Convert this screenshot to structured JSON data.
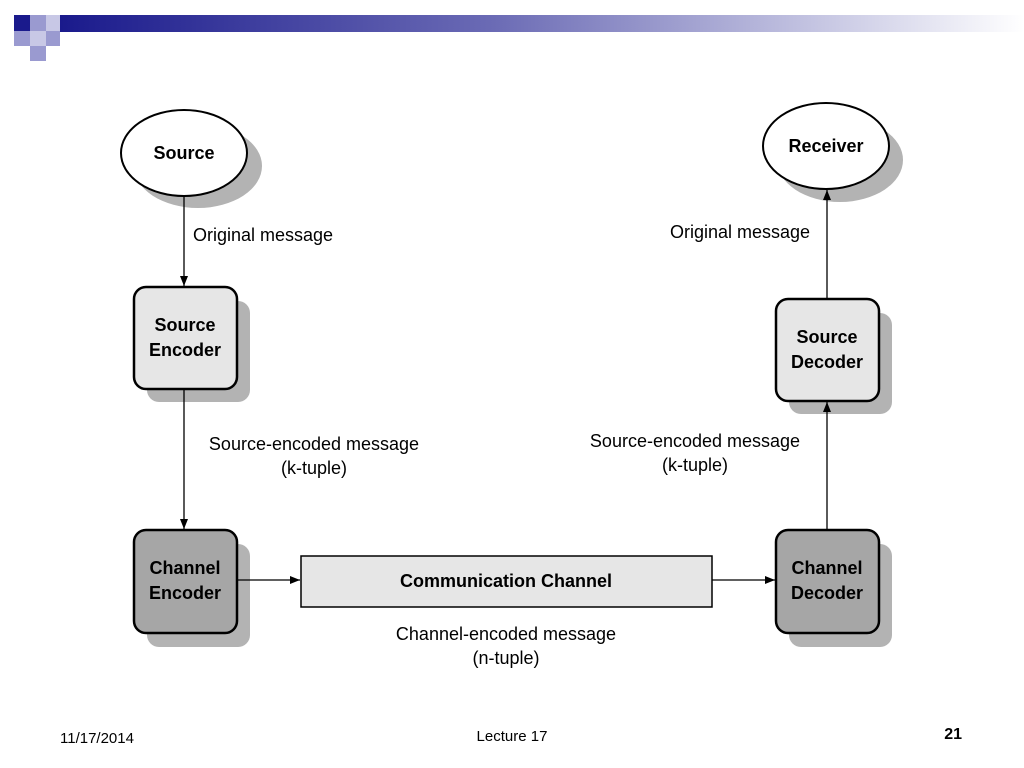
{
  "diagram": {
    "nodes": {
      "source": "Source",
      "receiver": "Receiver",
      "source_encoder": [
        "Source",
        "Encoder"
      ],
      "source_decoder": [
        "Source",
        "Decoder"
      ],
      "channel_encoder": [
        "Channel",
        "Encoder"
      ],
      "channel_decoder": [
        "Channel",
        "Decoder"
      ],
      "channel": "Communication Channel"
    },
    "edge_labels": {
      "left_original": "Original message",
      "right_original": "Original message",
      "left_source_encoded": [
        "Source-encoded message",
        "(k-tuple)"
      ],
      "right_source_encoded": [
        "Source-encoded message",
        "(k-tuple)"
      ],
      "channel_encoded": [
        "Channel-encoded message",
        "(n-tuple)"
      ]
    },
    "colors": {
      "title_bar_start": "#1a1a8c",
      "title_bar_end": "#ffffff",
      "light_box": "#e6e6e6",
      "dark_box": "#a6a6a6",
      "shadow": "#b3b3b3",
      "stroke": "#000000"
    }
  },
  "footer": {
    "date": "11/17/2014",
    "title": "Lecture 17",
    "page": "21"
  }
}
